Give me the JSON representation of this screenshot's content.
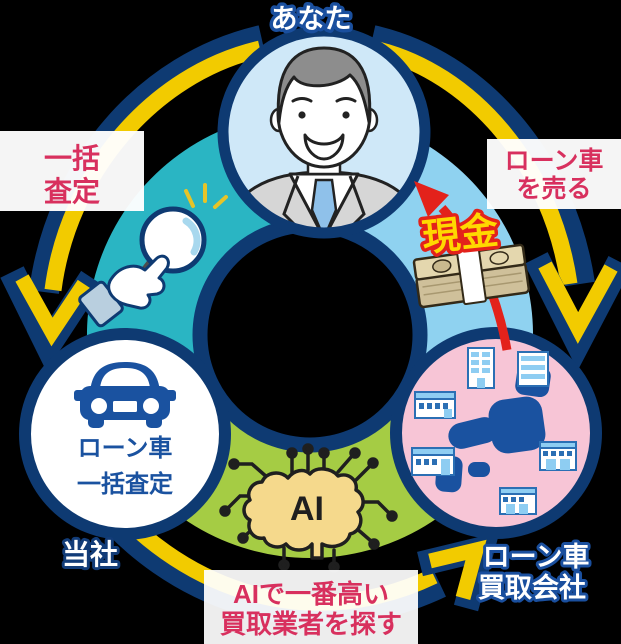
{
  "diagram": {
    "you_label": "あなた",
    "assessment_badge": {
      "line1": "一括",
      "line2": "査定"
    },
    "sell_badge": {
      "line1": "ローン車",
      "line2": "を売る"
    },
    "cash_label": "現金",
    "company_circle": {
      "line1": "ローン車",
      "line2": "一括査定"
    },
    "company_label": "当社",
    "buyer_label": {
      "line1": "ローン車",
      "line2": "買取会社"
    },
    "ai_badge": {
      "line1": "AIで一番高い",
      "line2": "買取業者を探す"
    },
    "ai_icon_label": "AI"
  },
  "colors": {
    "teal_segment": "#2ab5c3",
    "blue_segment": "#8fd2f0",
    "green_segment": "#a5cc44",
    "ring_navy": "#0e3a72",
    "arrow_yellow": "#f2cb00",
    "badge_text_red": "#d8305e",
    "cash_red": "#e3221b",
    "cash_yellow": "#ffd800",
    "person_circle_fill": "#cfe8f8",
    "buyer_circle_pink": "#f7c5d6",
    "brand_blue": "#1a52a0",
    "text_outline_blue": "#1a4f9e"
  }
}
